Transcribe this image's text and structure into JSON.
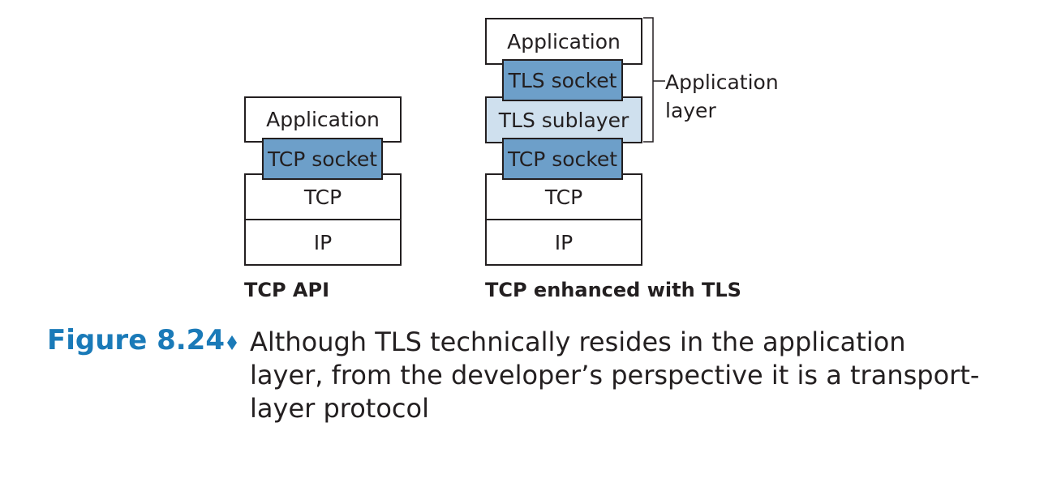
{
  "tcp_api": {
    "layers": {
      "application": "Application",
      "socket": "TCP socket",
      "tcp": "TCP",
      "ip": "IP"
    },
    "label": "TCP API"
  },
  "tcp_tls": {
    "layers": {
      "application": "Application",
      "tls_socket": "TLS socket",
      "tls_sublayer": "TLS sublayer",
      "tcp_socket": "TCP socket",
      "tcp": "TCP",
      "ip": "IP"
    },
    "label": "TCP enhanced with TLS",
    "bracket_label_line1": "Application",
    "bracket_label_line2": "layer"
  },
  "figure": {
    "number": "Figure 8.24",
    "caption": "Although TLS technically resides in the application layer, from the developer’s perspective it is a transport-layer protocol"
  },
  "colors": {
    "socket": "#6d9fc9",
    "sublayer": "#cfe0ee",
    "figure_number": "#1a7ab8"
  }
}
